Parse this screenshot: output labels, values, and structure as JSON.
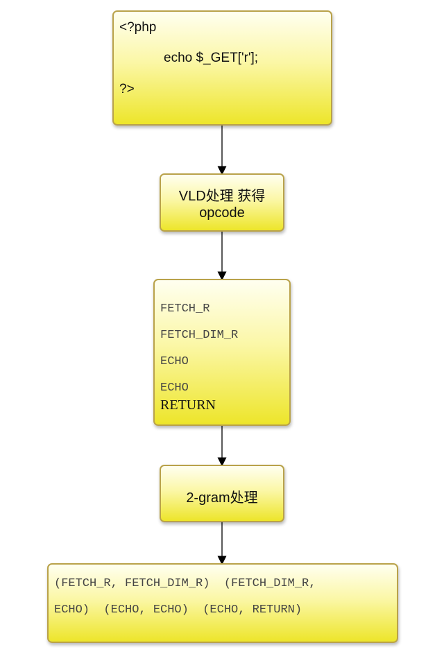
{
  "nodes": {
    "php_source": {
      "lines": [
        "<?php",
        "echo $_GET['r'];",
        "?>"
      ]
    },
    "vld_step": {
      "lines": [
        "VLD处理 获得",
        "opcode"
      ]
    },
    "opcodes": {
      "items": [
        "FETCH_R",
        "FETCH_DIM_R",
        "ECHO",
        "ECHO"
      ],
      "last": "RETURN"
    },
    "bigram_step": {
      "label": "2-gram处理"
    },
    "bigrams": {
      "lines": [
        "(FETCH_R, FETCH_DIM_R)  (FETCH_DIM_R,",
        "ECHO)  (ECHO, ECHO)  (ECHO, RETURN)"
      ]
    }
  },
  "colors": {
    "box_top": "#fffff0",
    "box_bottom": "#ede52a",
    "border": "#b9a24a",
    "arrow": "#000000"
  }
}
